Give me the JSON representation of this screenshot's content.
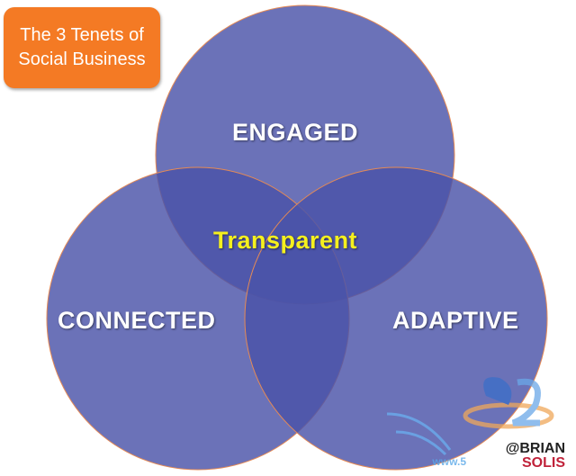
{
  "title": {
    "line1": "The 3 Tenets of",
    "line2": "Social Business"
  },
  "circles": [
    {
      "label": "ENGAGED"
    },
    {
      "label": "CONNECTED"
    },
    {
      "label": "ADAPTIVE"
    }
  ],
  "intersection_label": "Transparent",
  "watermark": {
    "brand_line1": "@BRIAN",
    "brand_line2": "SOLIS",
    "site": "www.5"
  },
  "colors": {
    "circle_fill": "#4b53a8",
    "circle_stroke": "#e58a55",
    "title_bg": "#f47a24",
    "center_text": "#f5f01e"
  }
}
